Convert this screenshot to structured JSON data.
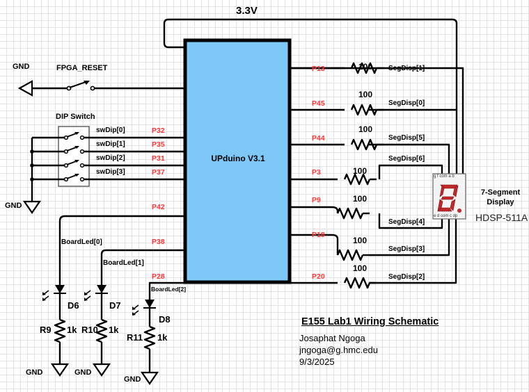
{
  "supply": {
    "label": "3.3V"
  },
  "fpga": {
    "name": "UPduino V3.1",
    "fill_color": "#7ec8f8"
  },
  "reset": {
    "gnd_label": "GND",
    "switch_label": "FPGA_RESET"
  },
  "dip_switch": {
    "title": "DIP Switch",
    "gnd_label": "GND",
    "lines": [
      {
        "net": "swDip[0]",
        "pin": "P32"
      },
      {
        "net": "swDip[1]",
        "pin": "P35"
      },
      {
        "net": "swDip[2]",
        "pin": "P31"
      },
      {
        "net": "swDip[3]",
        "pin": "P37"
      }
    ]
  },
  "segments": [
    {
      "pin": "P13",
      "resistor": "100",
      "net": "SegDisp[1]"
    },
    {
      "pin": "P45",
      "resistor": "100",
      "net": "SegDisp[0]"
    },
    {
      "pin": "P44",
      "resistor": "100",
      "net": "SegDisp[5]"
    },
    {
      "pin": "P3",
      "resistor": "100",
      "net": "SegDisp[6]"
    },
    {
      "pin": "P9",
      "resistor": "100",
      "net": "SegDisp[4]"
    },
    {
      "pin": "P18",
      "resistor": "100",
      "net": "SegDisp[3]"
    },
    {
      "pin": "P20",
      "resistor": "100",
      "net": "SegDisp[2]"
    }
  ],
  "display": {
    "title_line1": "7-Segment",
    "title_line2": "Display",
    "part": "HDSP-511A",
    "top_pins": "g   f  com a   b",
    "bottom_pins": "e  d com c  dp",
    "segment_color": "#c0282a"
  },
  "leds": [
    {
      "pin": "P42",
      "net": "BoardLed[0]",
      "diode": "D6",
      "resistor": "R9",
      "value": "1k",
      "gnd": "GND"
    },
    {
      "pin": "P38",
      "net": "BoardLed[1]",
      "diode": "D7",
      "resistor": "R10",
      "value": "1k",
      "gnd": "GND"
    },
    {
      "pin": "P28",
      "net": "BoardLed[2]",
      "diode": "D8",
      "resistor": "R11",
      "value": "1k",
      "gnd": "GND"
    }
  ],
  "title_block": {
    "title": "E155 Lab1 Wiring Schematic",
    "author": "Josaphat Ngoga",
    "email": "jngoga@g.hmc.edu",
    "date": "9/3/2025"
  }
}
